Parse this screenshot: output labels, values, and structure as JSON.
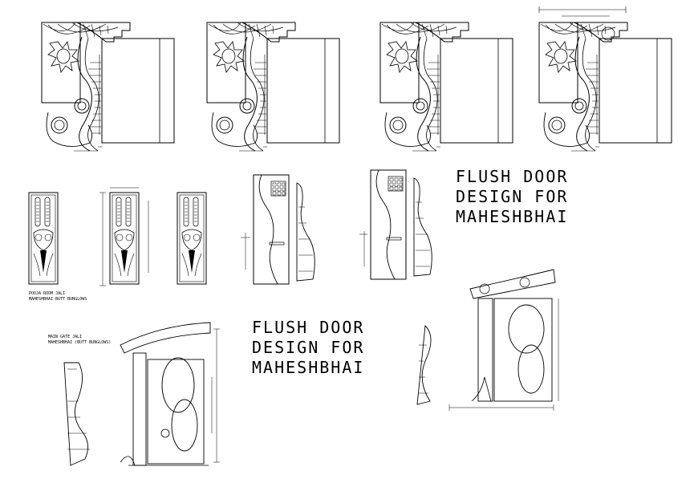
{
  "drawing": {
    "title_primary": [
      "FLUSH DOOR",
      "DESIGN FOR",
      "MAHESHBHAI"
    ],
    "title_secondary": [
      "FLUSH DOOR",
      "DESIGN FOR",
      "MAHESHBHAI"
    ],
    "pooja_note": [
      "POOJA ROOM JALI",
      "MAHESHBHAI-BUTT BUNGLOWS"
    ],
    "main_gate_note": [
      "MAIN GATE JALI",
      "MAHESHBHAI (BUTT BUNGLOWS)"
    ],
    "line_color": "#000000",
    "background": "#ffffff"
  }
}
